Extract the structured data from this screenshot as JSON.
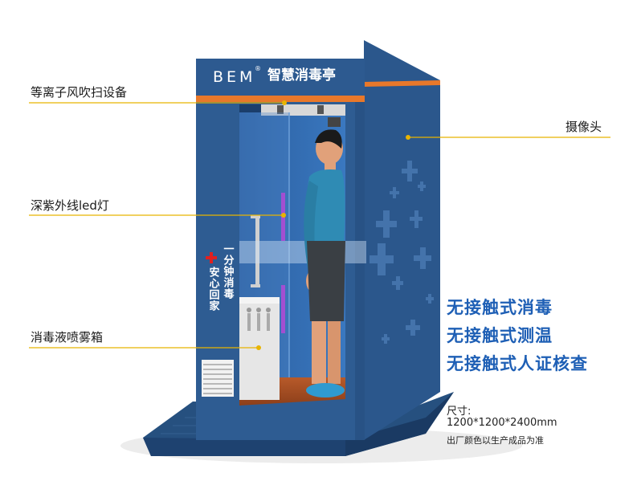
{
  "booth": {
    "brand": "BEM",
    "registered_mark": "®",
    "title": "智慧消毒亭",
    "slogan_line1": "一分钟消毒",
    "slogan_line2": "安心回家"
  },
  "callouts": {
    "plasma": "等离子风吹扫设备",
    "uv": "深紫外线led灯",
    "spray": "消毒液喷雾箱",
    "camera": "摄像头"
  },
  "features": [
    "无接触式消毒",
    "无接触式测温",
    "无接触式人证核查"
  ],
  "spec": {
    "label": "尺寸:",
    "size": "1200*1200*2400mm",
    "note": "出厂颜色以生产成品为准"
  },
  "colors": {
    "booth_blue": "#2e5c92",
    "booth_dark": "#24497a",
    "orange_band": "#e8782a",
    "feature_blue": "#1e5fb5",
    "callout_line": "#e8b400",
    "red_cross": "#e02020"
  }
}
